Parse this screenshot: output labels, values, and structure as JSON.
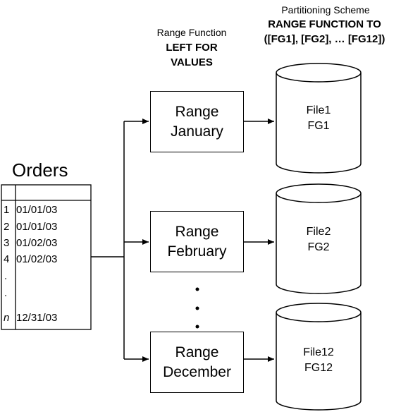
{
  "headers": {
    "scheme_title": "Partitioning Scheme",
    "scheme_bold_1": "RANGE FUNCTION TO",
    "scheme_bold_2": "([FG1], [FG2], … [FG12])",
    "function_title": "Range Function",
    "function_bold_1": "LEFT FOR",
    "function_bold_2": "VALUES"
  },
  "orders": {
    "title": "Orders",
    "rows": [
      {
        "n": "1",
        "date": "01/01/03"
      },
      {
        "n": "2",
        "date": "01/01/03"
      },
      {
        "n": "3",
        "date": "01/02/03"
      },
      {
        "n": "4",
        "date": "01/02/03"
      },
      {
        "n": "n",
        "date": "12/31/03"
      }
    ]
  },
  "ranges": [
    {
      "line1": "Range",
      "line2": "January"
    },
    {
      "line1": "Range",
      "line2": "February"
    },
    {
      "line1": "Range",
      "line2": "December"
    }
  ],
  "files": [
    {
      "line1": "File1",
      "line2": "FG1"
    },
    {
      "line1": "File2",
      "line2": "FG2"
    },
    {
      "line1": "File12",
      "line2": "FG12"
    }
  ]
}
